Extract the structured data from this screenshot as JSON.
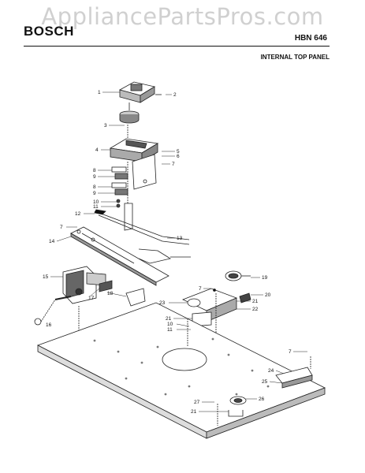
{
  "header": {
    "watermark": "AppliancePartsPros.com",
    "brand": "BOSCH",
    "model": "HBN 646",
    "section_title": "INTERNAL TOP PANEL"
  },
  "callouts": [
    "1",
    "2",
    "3",
    "4",
    "5",
    "6",
    "7",
    "8",
    "9",
    "8",
    "9",
    "10",
    "11",
    "12",
    "13",
    "7",
    "14",
    "15",
    "16",
    "17",
    "18",
    "19",
    "7",
    "20",
    "21",
    "22",
    "23",
    "21",
    "10",
    "11",
    "7",
    "24",
    "25",
    "26",
    "27",
    "21"
  ]
}
